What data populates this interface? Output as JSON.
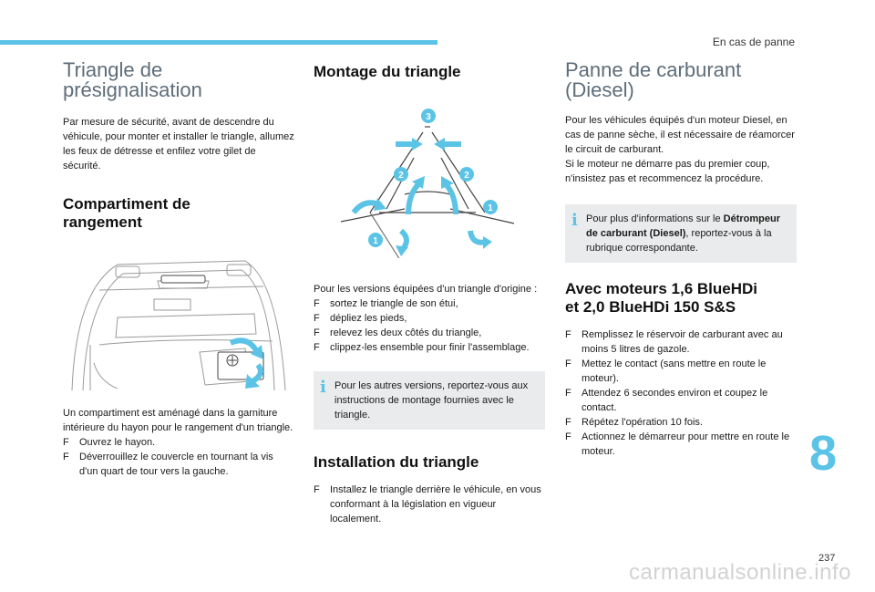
{
  "header": {
    "section": "En cas de panne"
  },
  "chapter": "8",
  "page_number": "237",
  "watermark": "carmanualsonline.info",
  "col1": {
    "title_line1": "Triangle de",
    "title_line2": "présignalisation",
    "intro": "Par mesure de sécurité, avant de descendre du véhicule, pour monter et installer le triangle, allumez les feux de détresse et enfilez votre gilet de sécurité.",
    "sub_title_line1": "Compartiment de",
    "sub_title_line2": "rangement",
    "desc": "Un compartiment est aménagé dans la garniture intérieure du hayon pour le rangement d'un triangle.",
    "steps": [
      "Ouvrez le hayon.",
      "Déverrouillez le couvercle en tournant la vis d'un quart de tour vers la gauche."
    ]
  },
  "col2": {
    "title": "Montage du triangle",
    "labels": {
      "n1": "1",
      "n2": "2",
      "n3": "3"
    },
    "intro": "Pour les versions équipées d'un triangle d'origine :",
    "steps": [
      "sortez le triangle de son étui,",
      "dépliez les pieds,",
      "relevez les deux côtés du triangle,",
      "clippez-les ensemble pour finir l'assemblage."
    ],
    "info": "Pour les autres versions, reportez-vous aux instructions de montage fournies avec le triangle.",
    "install_title": "Installation du triangle",
    "install_steps": [
      "Installez le triangle derrière le véhicule, en vous conformant à la législation en vigueur localement."
    ]
  },
  "col3": {
    "title_line1": "Panne de carburant",
    "title_line2": "(Diesel)",
    "intro": "Pour les véhicules équipés d'un moteur Diesel, en cas de panne sèche, il est nécessaire de réamorcer le circuit de carburant.",
    "intro2": "Si le moteur ne démarre pas du premier coup, n'insistez pas et recommencez la procédure.",
    "info_pre": "Pour plus d'informations sur le ",
    "info_bold": "Détrompeur de carburant (Diesel)",
    "info_post": ", reportez-vous à la rubrique correspondante.",
    "engines_title_line1": "Avec moteurs 1,6 BlueHDi",
    "engines_title_line2": "et 2,0 BlueHDi 150 S&S",
    "steps": [
      "Remplissez le réservoir de carburant avec au moins 5 litres de gazole.",
      "Mettez le contact (sans mettre en route le moteur).",
      "Attendez 6 secondes environ et coupez le contact.",
      "Répétez l'opération 10 fois.",
      "Actionnez le démarreur pour mettre en route le moteur."
    ]
  },
  "colors": {
    "accent": "#5bc4e6",
    "box": "#eaebec",
    "title_gray": "#5e6d79"
  },
  "icons": {
    "bullet": "F",
    "info": "i"
  }
}
